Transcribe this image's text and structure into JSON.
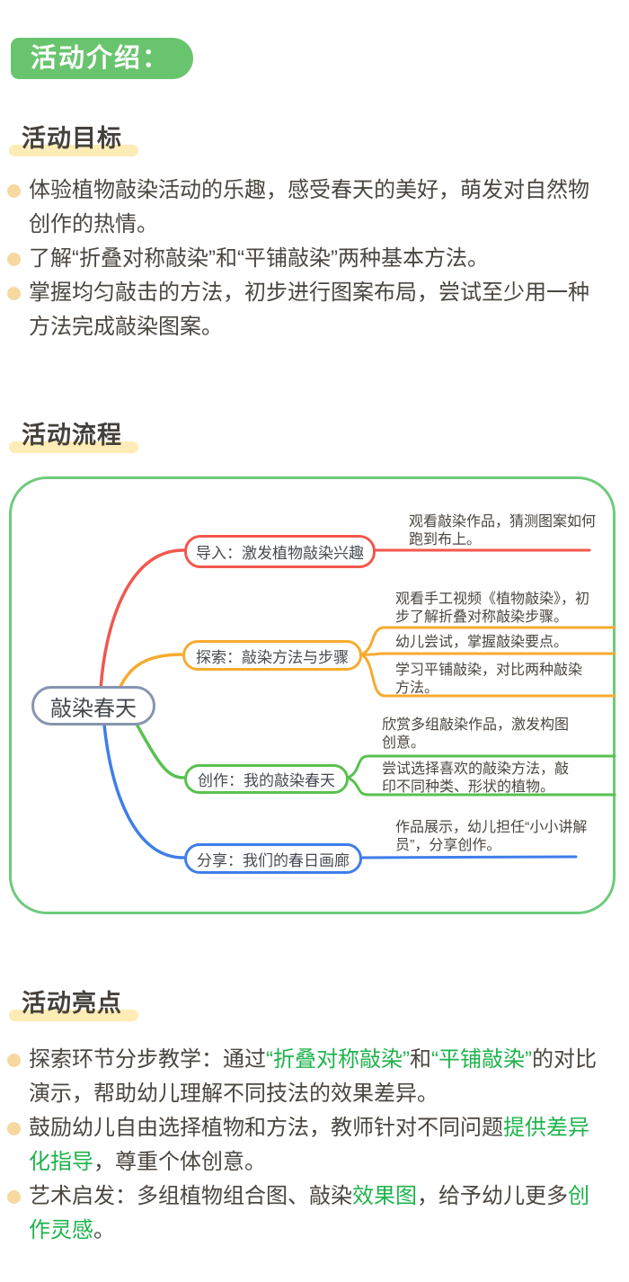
{
  "page": {
    "badge": "活动介绍："
  },
  "sections": {
    "goals": {
      "title": "活动目标",
      "items": [
        "体验植物敲染活动的乐趣，感受春天的美好，萌发对自然物创作的热情。",
        "了解“折叠对称敲染”和“平铺敲染”两种基本方法。",
        "掌握均匀敲击的方法，初步进行图案布局，尝试至少用一种方法完成敲染图案。"
      ]
    },
    "flow": {
      "title": "活动流程"
    },
    "highlights": {
      "title": "活动亮点",
      "items": [
        {
          "segments": [
            {
              "text": "探索环节分步教学：通过",
              "green": false
            },
            {
              "text": "“折叠对称敲染”",
              "green": true
            },
            {
              "text": "和",
              "green": false
            },
            {
              "text": "“平铺敲染”",
              "green": true
            },
            {
              "text": "的对比演示，帮助幼儿理解不同技法的效果差异。",
              "green": false
            }
          ]
        },
        {
          "segments": [
            {
              "text": "鼓励幼儿自由选择植物和方法，教师针对不同问题",
              "green": false
            },
            {
              "text": "提供差异化指导",
              "green": true
            },
            {
              "text": "，尊重个体创意。",
              "green": false
            }
          ]
        },
        {
          "segments": [
            {
              "text": "艺术启发：多组植物组合图、敲染",
              "green": false
            },
            {
              "text": "效果图",
              "green": true
            },
            {
              "text": "，给予幼儿更多",
              "green": false
            },
            {
              "text": "创作灵感",
              "green": true
            },
            {
              "text": "。",
              "green": false
            }
          ]
        }
      ]
    }
  },
  "mindmap": {
    "root": "敲染春天",
    "branches": [
      {
        "label": "导入：激发植物敲染兴趣",
        "color": "#f2574d",
        "leaves": [
          "观看敲染作品，猜测图案如何跑到布上。"
        ]
      },
      {
        "label": "探索：敲染方法与步骤",
        "color": "#f6ab2f",
        "leaves": [
          "观看手工视频《植物敲染》，初步了解折叠对称敲染步骤。",
          "幼儿尝试，掌握敲染要点。",
          "学习平铺敲染，对比两种敲染方法。"
        ]
      },
      {
        "label": "创作：我的敲染春天",
        "color": "#58c14f",
        "leaves": [
          "欣赏多组敲染作品，激发构图创意。",
          "尝试选择喜欢的敲染方法，敲印不同种类、形状的植物。"
        ]
      },
      {
        "label": "分享：我们的春日画廊",
        "color": "#3e7eea",
        "leaves": [
          "作品展示，幼儿担任“小小讲解员”，分享创作。"
        ]
      }
    ]
  },
  "colors": {
    "badge_green": "#69c46e",
    "heading_highlight": "#fdecb5",
    "bullet_dot": "#f7d8a0",
    "body_text": "#4b463f",
    "accent_green_text": "#1eb34c",
    "map_border": "#6fca7d",
    "root_border": "#8595af"
  }
}
